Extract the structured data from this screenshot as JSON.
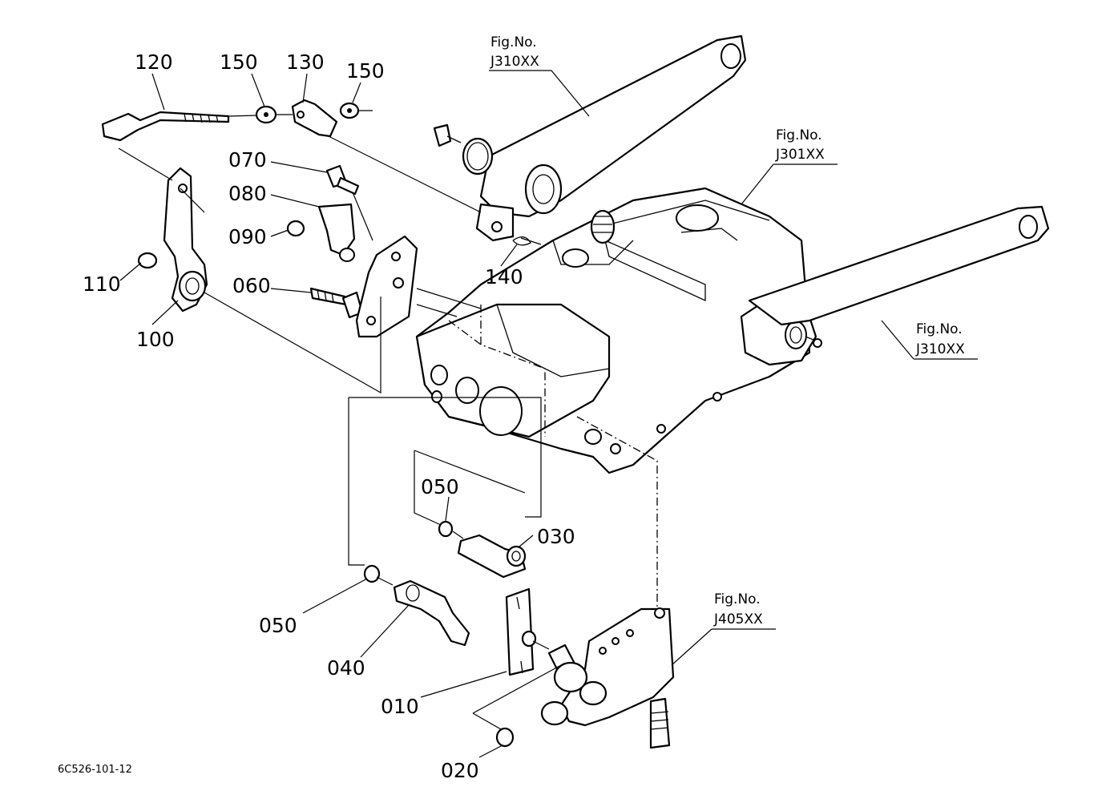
{
  "drawing_code": "6C526-101-12",
  "part_labels": {
    "p010": "010",
    "p020": "020",
    "p030": "030",
    "p040": "040",
    "p050a": "050",
    "p050b": "050",
    "p060": "060",
    "p070": "070",
    "p080": "080",
    "p090": "090",
    "p100": "100",
    "p110": "110",
    "p120": "120",
    "p130": "130",
    "p140": "140",
    "p150a": "150",
    "p150b": "150"
  },
  "figure_refs": {
    "j310_top": {
      "line1": "Fig.No.",
      "line2": "J310XX"
    },
    "j301": {
      "line1": "Fig.No.",
      "line2": "J301XX"
    },
    "j310_right": {
      "line1": "Fig.No.",
      "line2": "J310XX"
    },
    "j405": {
      "line1": "Fig.No.",
      "line2": "J405XX"
    }
  }
}
